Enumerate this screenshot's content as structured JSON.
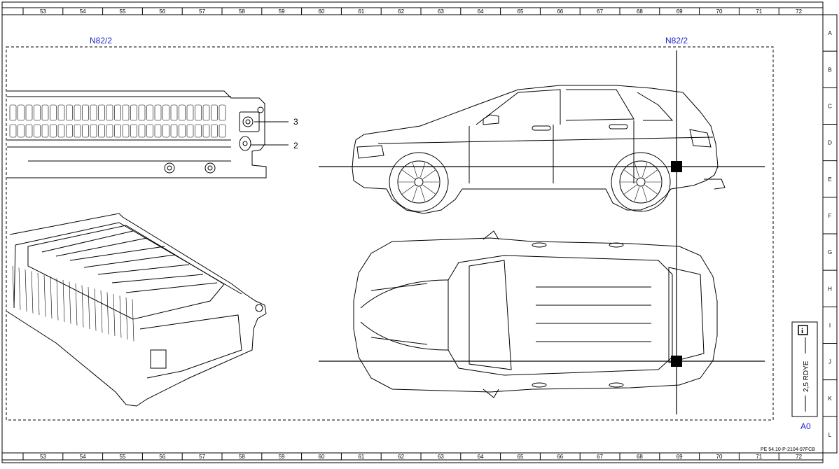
{
  "grid": {
    "columns": [
      "53",
      "54",
      "55",
      "56",
      "57",
      "58",
      "59",
      "60",
      "61",
      "62",
      "63",
      "64",
      "65",
      "66",
      "67",
      "68",
      "69",
      "70",
      "71",
      "72"
    ],
    "rows": [
      "A",
      "B",
      "C",
      "D",
      "E",
      "F",
      "G",
      "H",
      "I",
      "J",
      "K",
      "L"
    ]
  },
  "components": {
    "left_label": "N82/2",
    "right_label": "N82/2",
    "callout_3": "3",
    "callout_2": "2"
  },
  "wire_box": {
    "info_icon": "i",
    "wire_text": "2,5 RDYE",
    "connector": "A0"
  },
  "footer": {
    "doc_id": "PE 54.10-P-2104-97FCB"
  }
}
